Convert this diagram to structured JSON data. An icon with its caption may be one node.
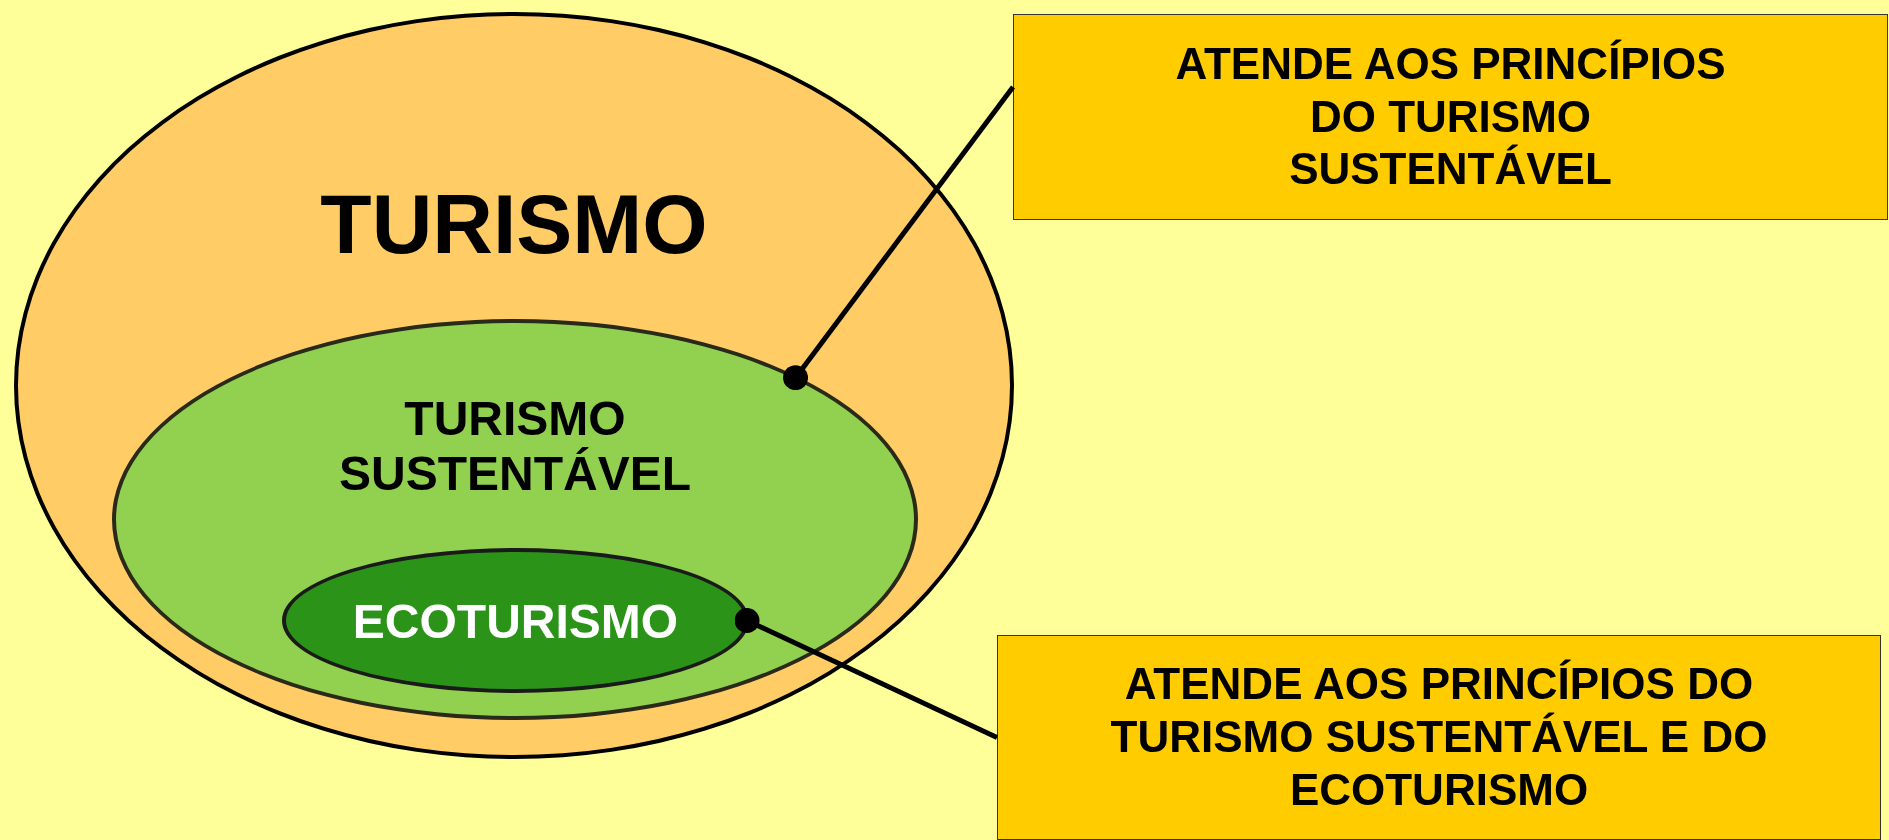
{
  "diagram": {
    "nodes": [
      {
        "text": [
          "TURISMO"
        ]
      },
      {
        "text": [
          "TURISMO SUSTENTÁVEL"
        ],
        "in": 0
      },
      {
        "text": [
          "ECOTURISMO"
        ],
        "in": 1
      },
      {
        "text": [
          "ATENDE AOS PRINCÍPIOS DO TURISMO SUSTENTÁVEL"
        ]
      },
      {
        "text": [
          "ATENDE AOS PRINCÍPIOS DO TURISMO SUSTENTÁVEL E DO ECOTURISMO"
        ]
      }
    ],
    "edges": [
      {
        "from": 3,
        "to": 1,
        "arrow": "other"
      },
      {
        "from": 4,
        "to": 2,
        "arrow": "other"
      }
    ]
  }
}
